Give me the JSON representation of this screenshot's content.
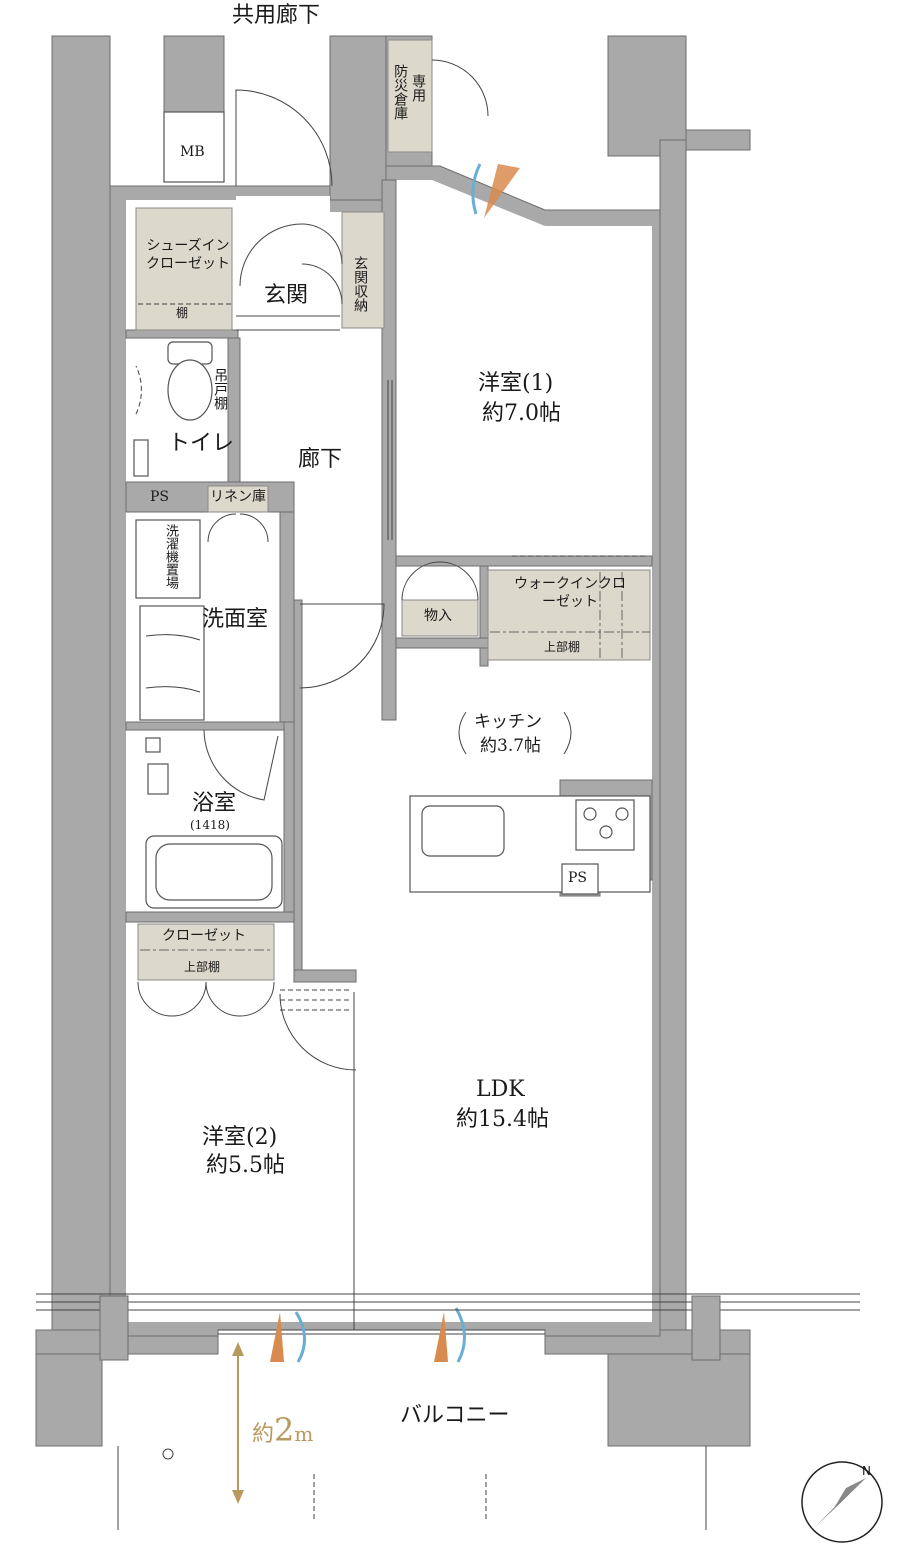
{
  "labels": {
    "corridor_common": "共用廊下",
    "mb": "MB",
    "disaster_storage": "防災倉庫",
    "disaster_storage_private": "専用",
    "shoe_closet": "シューズインクローゼット",
    "shoe_closet_shelf": "棚",
    "entrance": "玄関",
    "entrance_storage": "玄関収納",
    "toilet": "トイレ",
    "toilet_cabinet": "吊戸棚",
    "hallway": "廊下",
    "ps_1": "PS",
    "linen": "リネン庫",
    "washer": "洗濯機置場",
    "washroom": "洗面室",
    "bathroom": "浴室",
    "bathroom_size": "(1418)",
    "closet": "クローゼット",
    "closet_shelf": "上部棚",
    "room2_name": "洋室(2)",
    "room2_size": "約5.5帖",
    "room1_name": "洋室(1)",
    "room1_size": "約7.0帖",
    "storage": "物入",
    "wic": "ウォークインクローゼット",
    "wic_shelf": "上部棚",
    "kitchen_name": "キッチン",
    "kitchen_size": "約3.7帖",
    "ps_2": "PS",
    "ldk_name": "LDK",
    "ldk_size": "約15.4帖",
    "balcony": "バルコニー",
    "balcony_depth_prefix": "約",
    "balcony_depth_num": "2",
    "balcony_depth_unit": "m",
    "north": "N"
  },
  "colors": {
    "wall": "#a9a9a9",
    "storage": "#dcd8cc",
    "dimension": "#b89a5e",
    "wind_warm": "#d98a4e",
    "wind_cool": "#6aaed6"
  },
  "icons": [
    "north-arrow-icon",
    "wind-icon",
    "stove-burner-icon",
    "sink-icon",
    "toilet-icon",
    "bathtub-icon"
  ]
}
